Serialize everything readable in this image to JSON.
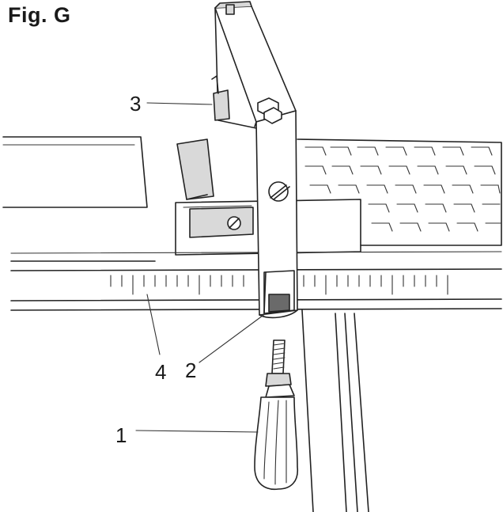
{
  "figure": {
    "title": "Fig. G",
    "callouts": {
      "one": "1",
      "two": "2",
      "three": "3",
      "four": "4"
    }
  }
}
